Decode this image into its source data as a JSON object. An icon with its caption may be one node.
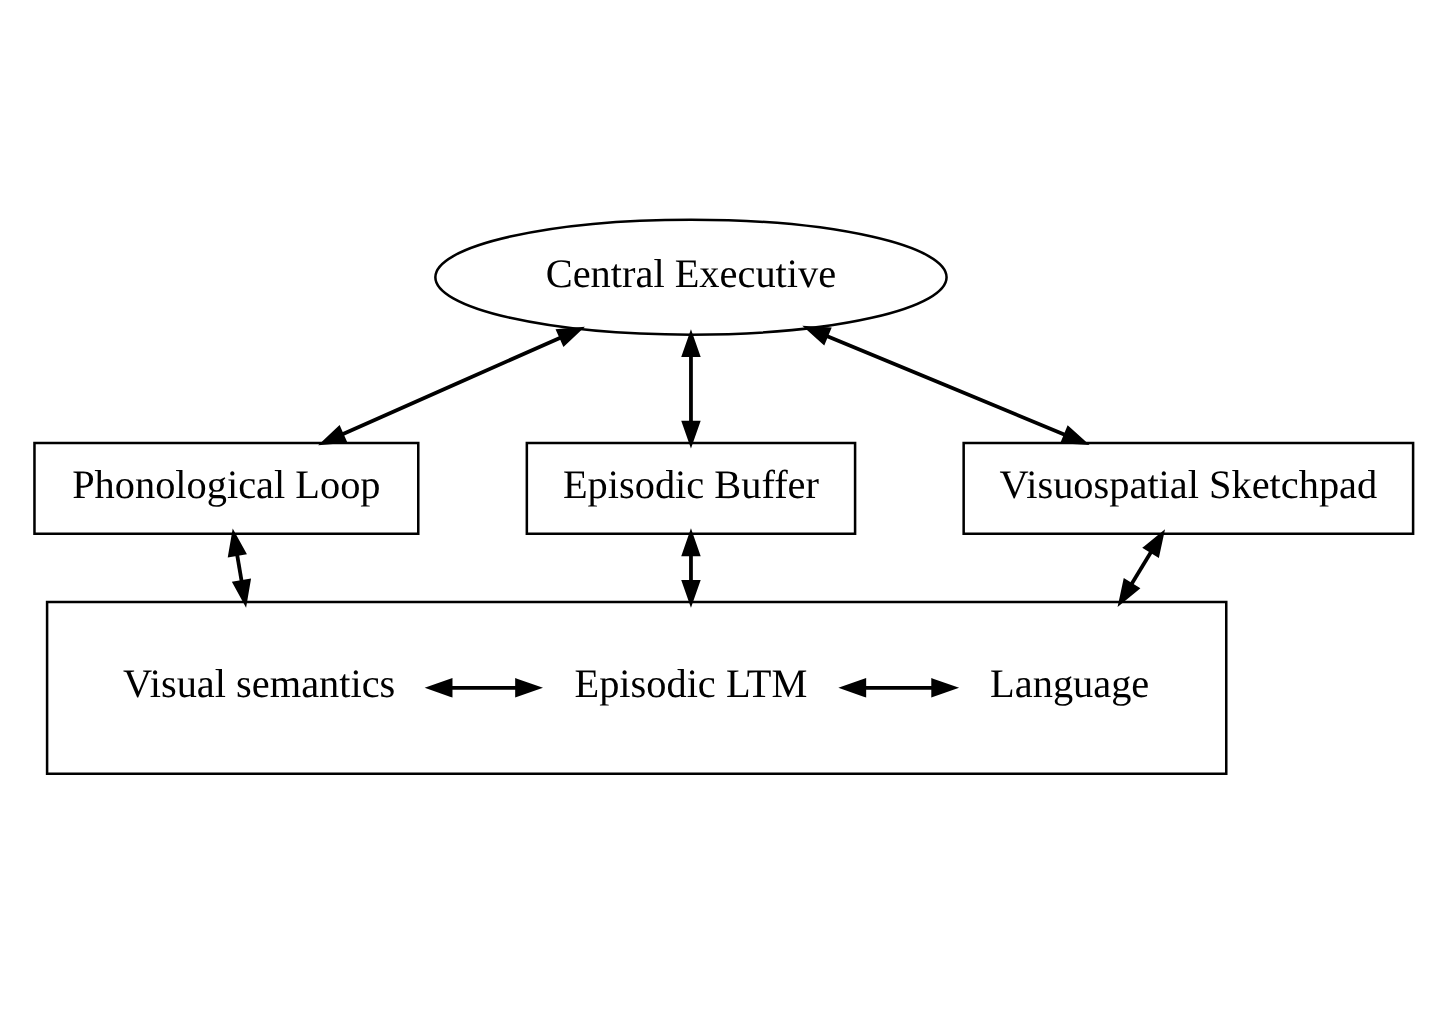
{
  "diagram": {
    "nodes": [
      {
        "text": [
          "Central Executive"
        ]
      },
      {
        "text": [
          "Phonological Loop"
        ]
      },
      {
        "text": [
          "Episodic Buffer"
        ]
      },
      {
        "text": [
          "Visuospatial Sketchpad"
        ]
      },
      {
        "text": [],
        "shape": "box"
      },
      {
        "text": [
          "Visual semantics"
        ],
        "in": 4
      },
      {
        "text": [
          "Episodic LTM"
        ],
        "in": 4
      },
      {
        "text": [
          "Language"
        ],
        "in": 4
      }
    ],
    "edges": [
      {
        "from": 0,
        "to": 1,
        "arrow": "both"
      },
      {
        "from": 0,
        "to": 2,
        "arrow": "both"
      },
      {
        "from": 0,
        "to": 3,
        "arrow": "both"
      },
      {
        "from": 1,
        "to": 4,
        "arrow": "both"
      },
      {
        "from": 2,
        "to": 4,
        "arrow": "both"
      },
      {
        "from": 3,
        "to": 4,
        "arrow": "both"
      },
      {
        "from": 5,
        "to": 6,
        "arrow": "both"
      },
      {
        "from": 6,
        "to": 7,
        "arrow": "both"
      }
    ]
  }
}
